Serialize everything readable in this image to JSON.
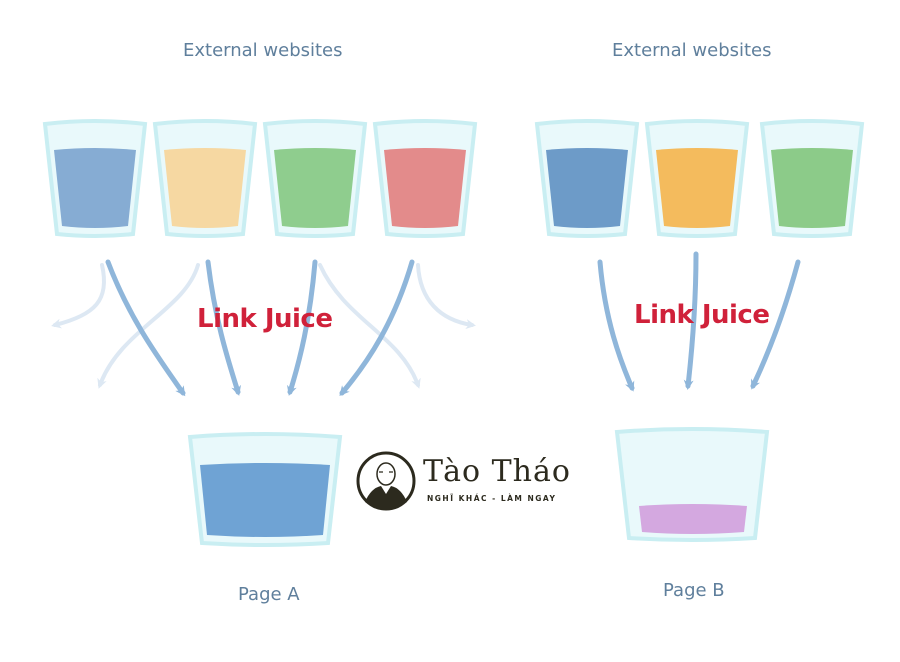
{
  "left_group": {
    "heading": "External websites",
    "link_juice_label": "Link Juice",
    "source_glasses": [
      {
        "name": "blue",
        "color": "#86acd3"
      },
      {
        "name": "yellow",
        "color": "#f6d8a2"
      },
      {
        "name": "green",
        "color": "#8fcd8e"
      },
      {
        "name": "red",
        "color": "#e38b8b"
      }
    ],
    "target": {
      "label": "Page A",
      "color": "#6fa3d4",
      "fill_level": "high"
    }
  },
  "right_group": {
    "heading": "External websites",
    "link_juice_label": "Link Juice",
    "source_glasses": [
      {
        "name": "blue",
        "color": "#6d9bc8"
      },
      {
        "name": "orange",
        "color": "#f4bb5d"
      },
      {
        "name": "green",
        "color": "#8ccb89"
      }
    ],
    "target": {
      "label": "Page B",
      "color": "#d4a8e0",
      "fill_level": "low"
    }
  },
  "colors": {
    "arrow": "#8fb6da",
    "arrow_faded": "#dde8f3",
    "glass_rim": "#c9eef2",
    "glass_body": "#e9f9fb",
    "heading_text": "#5f7f9c",
    "juice_text": "#d0213a",
    "logo": "#2c2a1e"
  },
  "watermark": {
    "title": "Tào Tháo",
    "tagline": "NGHĨ KHÁC - LÀM NGAY"
  }
}
